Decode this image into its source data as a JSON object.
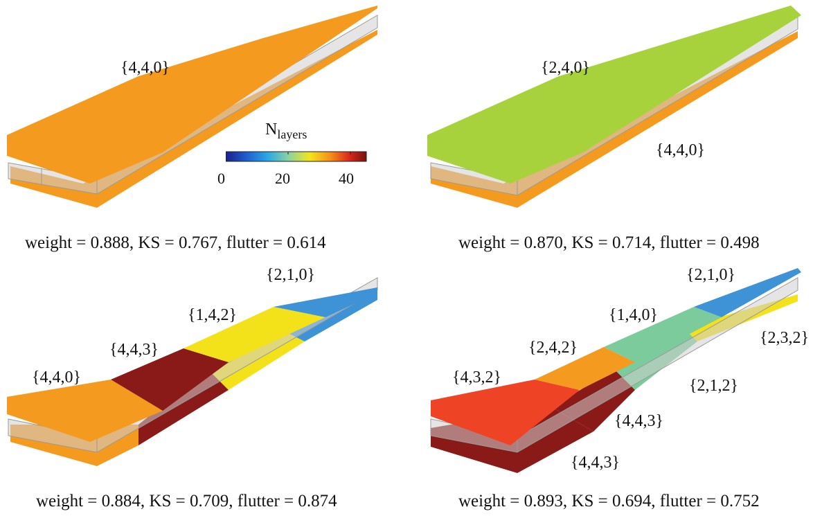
{
  "colorbar": {
    "title_main": "N",
    "title_sub": "layers",
    "ticks": [
      "0",
      "20",
      "40"
    ],
    "colormap": [
      "#1a1f8c",
      "#1f5fd0",
      "#29a9e6",
      "#8fd3a0",
      "#f5e41a",
      "#f58a1a",
      "#d8281c",
      "#7a1010"
    ]
  },
  "panels": [
    {
      "caption": "weight = 0.888, KS = 0.767, flutter = 0.614",
      "labels": [
        "{4,4,0}"
      ],
      "colors": {
        "upper": "#f39a1f",
        "lower": "#f39a1f"
      }
    },
    {
      "caption": "weight = 0.870, KS = 0.714, flutter = 0.498",
      "labels": [
        "{2,4,0}",
        "{4,4,0}"
      ],
      "colors": {
        "upper": "#a8d23c",
        "lower": "#f39a1f"
      }
    },
    {
      "caption": "weight = 0.884, KS = 0.709, flutter = 0.874",
      "labels": [
        "{2,1,0}",
        "{1,4,2}",
        "{4,4,3}",
        "{4,4,0}"
      ],
      "colors": {
        "root": "#f39a1f",
        "seg2": "#8a1a18",
        "seg3": "#f3e11a",
        "tip": "#3d93d6"
      }
    },
    {
      "caption": "weight = 0.893, KS = 0.694, flutter = 0.752",
      "labels": [
        "{2,1,0}",
        "{1,4,0}",
        "{2,3,2}",
        "{2,4,2}",
        "{4,3,2}",
        "{2,1,2}",
        "{4,4,3}",
        "{4,4,3}"
      ],
      "colors": {
        "root": "#ee4425",
        "seg2": "#f39a1f",
        "seg3": "#7ccb9c",
        "tip": "#3d93d6",
        "lower_root": "#8a1a18",
        "lower_seg3": "#f3e11a"
      }
    }
  ]
}
